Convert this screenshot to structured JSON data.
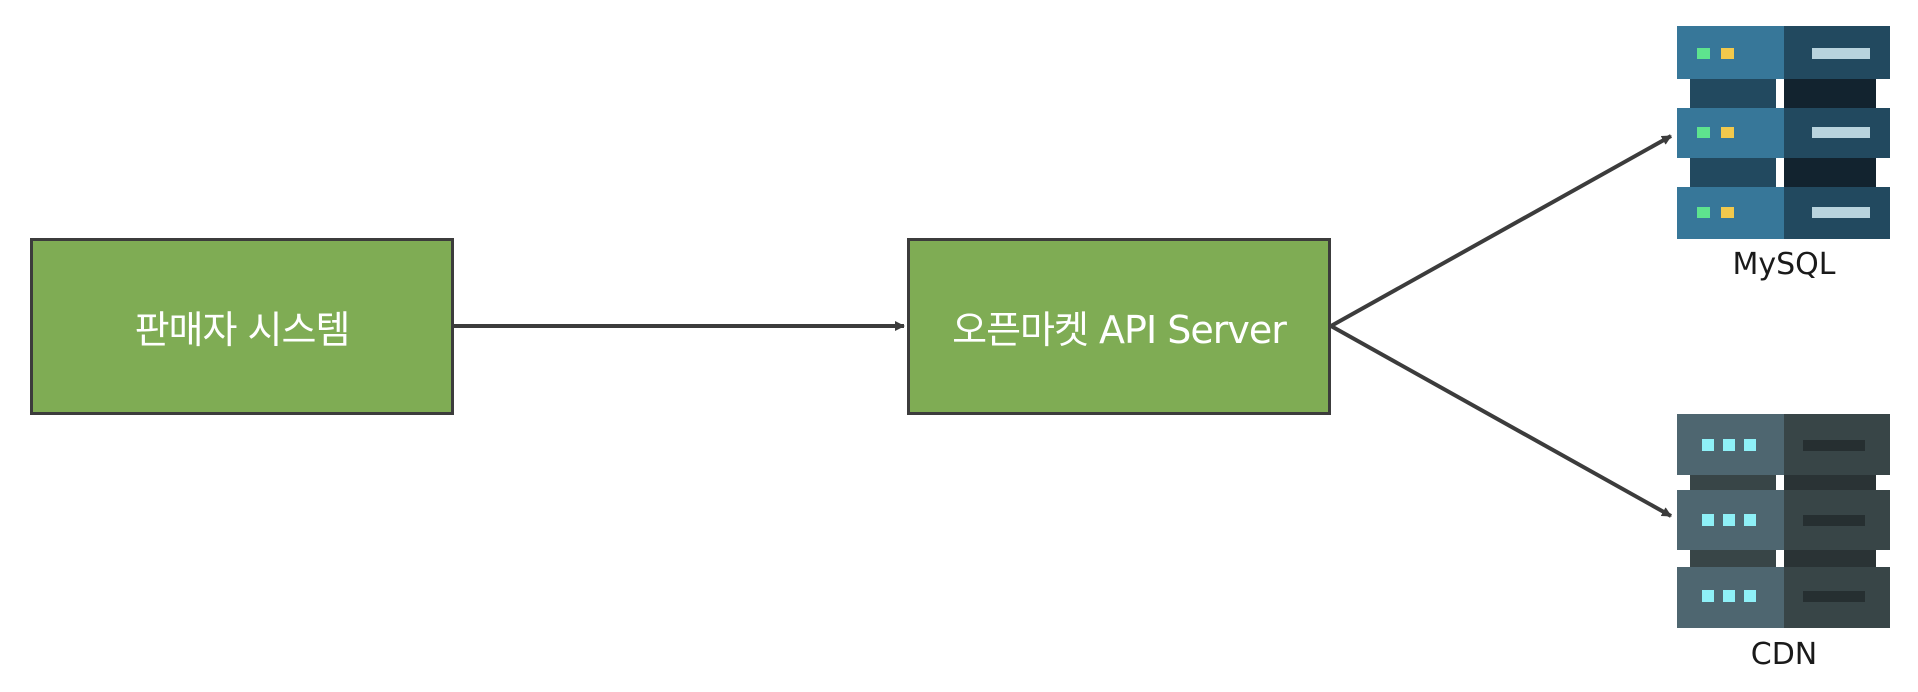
{
  "nodes": {
    "seller": {
      "label": "판매자 시스템"
    },
    "api": {
      "label": "오픈마켓 API Server"
    },
    "mysql": {
      "label": "MySQL",
      "icon": "database-server-icon"
    },
    "cdn": {
      "label": "CDN",
      "icon": "cdn-server-icon"
    }
  },
  "edges": [
    {
      "from": "seller",
      "to": "api"
    },
    {
      "from": "api",
      "to": "mysql"
    },
    {
      "from": "api",
      "to": "cdn"
    }
  ],
  "colors": {
    "box_fill": "#7fac54",
    "box_border": "#3c3c3c",
    "arrow": "#3c3c3c",
    "mysql_light": "#377799",
    "mysql_dark": "#22495f",
    "mysql_darker": "#12232f",
    "mysql_bar": "#b8d3dd",
    "led_green": "#5ee38e",
    "led_yellow": "#f2c94c",
    "cdn_light": "#4e6670",
    "cdn_dark": "#384547",
    "cdn_darker": "#2a3335",
    "cdn_led": "#8ef0f7",
    "cdn_bar": "#262f31"
  }
}
